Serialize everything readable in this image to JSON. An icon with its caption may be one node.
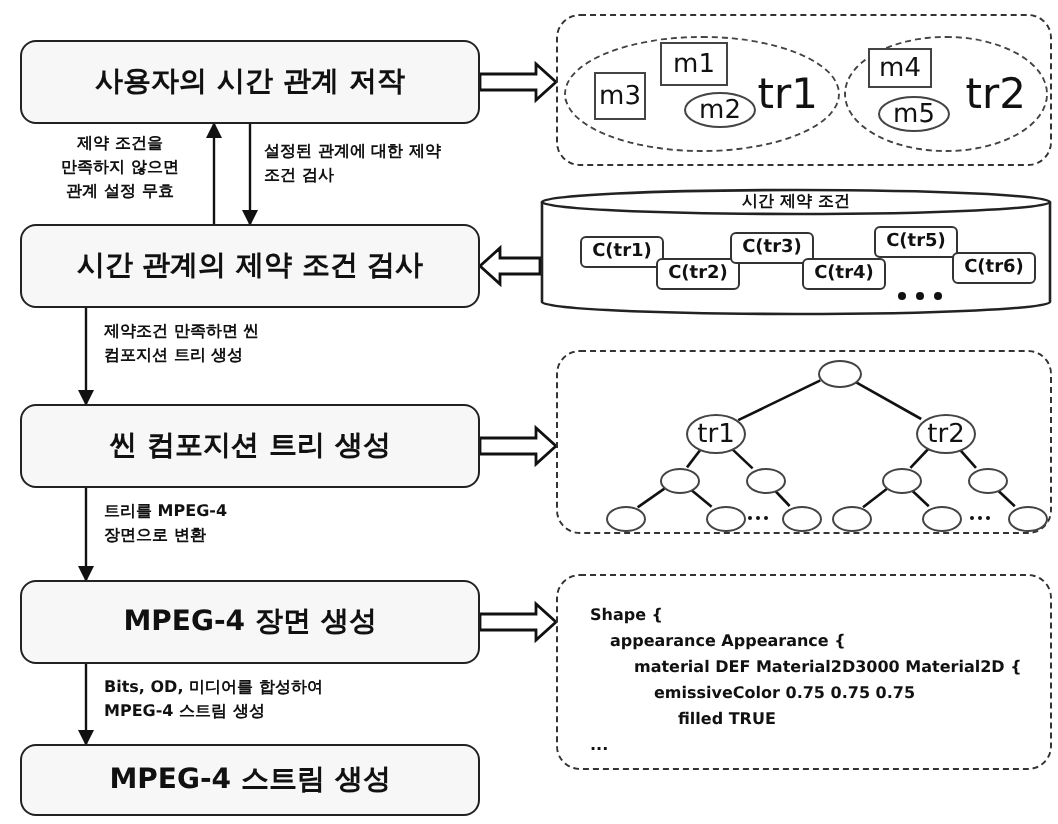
{
  "diagram": {
    "nodes": [
      {
        "text": [
          "사용자의 시간 관계 저작"
        ]
      },
      {
        "text": [
          "시간 관계의 제약 조건 검사"
        ]
      },
      {
        "text": [
          "씬 컴포지션 트리 생성"
        ]
      },
      {
        "text": [
          "MPEG-4 장면 생성"
        ]
      },
      {
        "text": [
          "MPEG-4 스트림 생성"
        ]
      },
      {
        "text": [],
        "shape": "box"
      },
      {
        "text": [
          "tr1"
        ],
        "in": 5
      },
      {
        "text": [
          "m3"
        ],
        "in": 6
      },
      {
        "text": [
          "m1"
        ],
        "in": 6
      },
      {
        "text": [
          "m2"
        ],
        "in": 6
      },
      {
        "text": [
          "tr2"
        ],
        "in": 5
      },
      {
        "text": [
          "m4"
        ],
        "in": 10
      },
      {
        "text": [
          "m5"
        ],
        "in": 10
      },
      {
        "text": [
          "시간 제약 조건"
        ]
      },
      {
        "text": [
          "C(tr1)"
        ],
        "in": 13
      },
      {
        "text": [
          "C(tr2)"
        ],
        "in": 13
      },
      {
        "text": [
          "C(tr3)"
        ],
        "in": 13
      },
      {
        "text": [
          "C(tr4)"
        ],
        "in": 13
      },
      {
        "text": [
          "C(tr5)"
        ],
        "in": 13
      },
      {
        "text": [
          "C(tr6)"
        ],
        "in": 13
      },
      {
        "text": [],
        "shape": "box"
      },
      {
        "text": [],
        "shape": "circle",
        "in": 20
      },
      {
        "text": [
          "tr1"
        ],
        "in": 20
      },
      {
        "text": [
          "tr2"
        ],
        "in": 20
      },
      {
        "text": [],
        "shape": "circle",
        "in": 20
      },
      {
        "text": [],
        "shape": "circle",
        "in": 20
      },
      {
        "text": [],
        "shape": "circle",
        "in": 20
      },
      {
        "text": [],
        "shape": "circle",
        "in": 20
      },
      {
        "text": [],
        "shape": "circle",
        "in": 20
      },
      {
        "text": [],
        "shape": "circle",
        "in": 20
      },
      {
        "text": [],
        "shape": "circle",
        "in": 20
      },
      {
        "text": [],
        "shape": "circle",
        "in": 20
      },
      {
        "text": [],
        "shape": "circle",
        "in": 20
      },
      {
        "text": [],
        "shape": "circle",
        "in": 20
      },
      {
        "text": [
          "Shape {",
          "appearance Appearance {",
          "material DEF Material2D3000 Material2D {",
          "emissiveColor 0.75 0.75 0.75",
          "filled TRUE",
          "..."
        ]
      }
    ],
    "edges": [
      {
        "from": 0,
        "to": 1,
        "arrow": "to",
        "label": "설정된 관계에 대한 제약 조건 검사"
      },
      {
        "from": 1,
        "to": 0,
        "arrow": "to",
        "label": "제약 조건을 만족하지 않으면 관계 설정 무효"
      },
      {
        "from": 1,
        "to": 2,
        "arrow": "to",
        "label": "제약조건 만족하면 씬 컴포지션 트리 생성"
      },
      {
        "from": 2,
        "to": 3,
        "arrow": "to",
        "label": "트리를 MPEG-4 장면으로 변환"
      },
      {
        "from": 3,
        "to": 4,
        "arrow": "to",
        "label": "Bits, OD, 미디어를 합성하여 MPEG-4 스트림 생성"
      },
      {
        "from": 0,
        "to": 5,
        "arrow": "to",
        "style": "thick"
      },
      {
        "from": 13,
        "to": 1,
        "arrow": "to",
        "style": "thick"
      },
      {
        "from": 2,
        "to": 20,
        "arrow": "to",
        "style": "thick"
      },
      {
        "from": 3,
        "to": 34,
        "arrow": "to",
        "style": "thick"
      },
      {
        "from": 21,
        "to": 22,
        "arrow": "none"
      },
      {
        "from": 21,
        "to": 23,
        "arrow": "none"
      },
      {
        "from": 22,
        "to": 24,
        "arrow": "none"
      },
      {
        "from": 22,
        "to": 25,
        "arrow": "none"
      },
      {
        "from": 24,
        "to": 26,
        "arrow": "none"
      },
      {
        "from": 24,
        "to": 27,
        "arrow": "none"
      },
      {
        "from": 25,
        "to": 28,
        "arrow": "none"
      },
      {
        "from": 23,
        "to": 29,
        "arrow": "none"
      },
      {
        "from": 23,
        "to": 30,
        "arrow": "none"
      },
      {
        "from": 29,
        "to": 31,
        "arrow": "none"
      },
      {
        "from": 29,
        "to": 32,
        "arrow": "none"
      },
      {
        "from": 30,
        "to": 33,
        "arrow": "none"
      }
    ]
  }
}
